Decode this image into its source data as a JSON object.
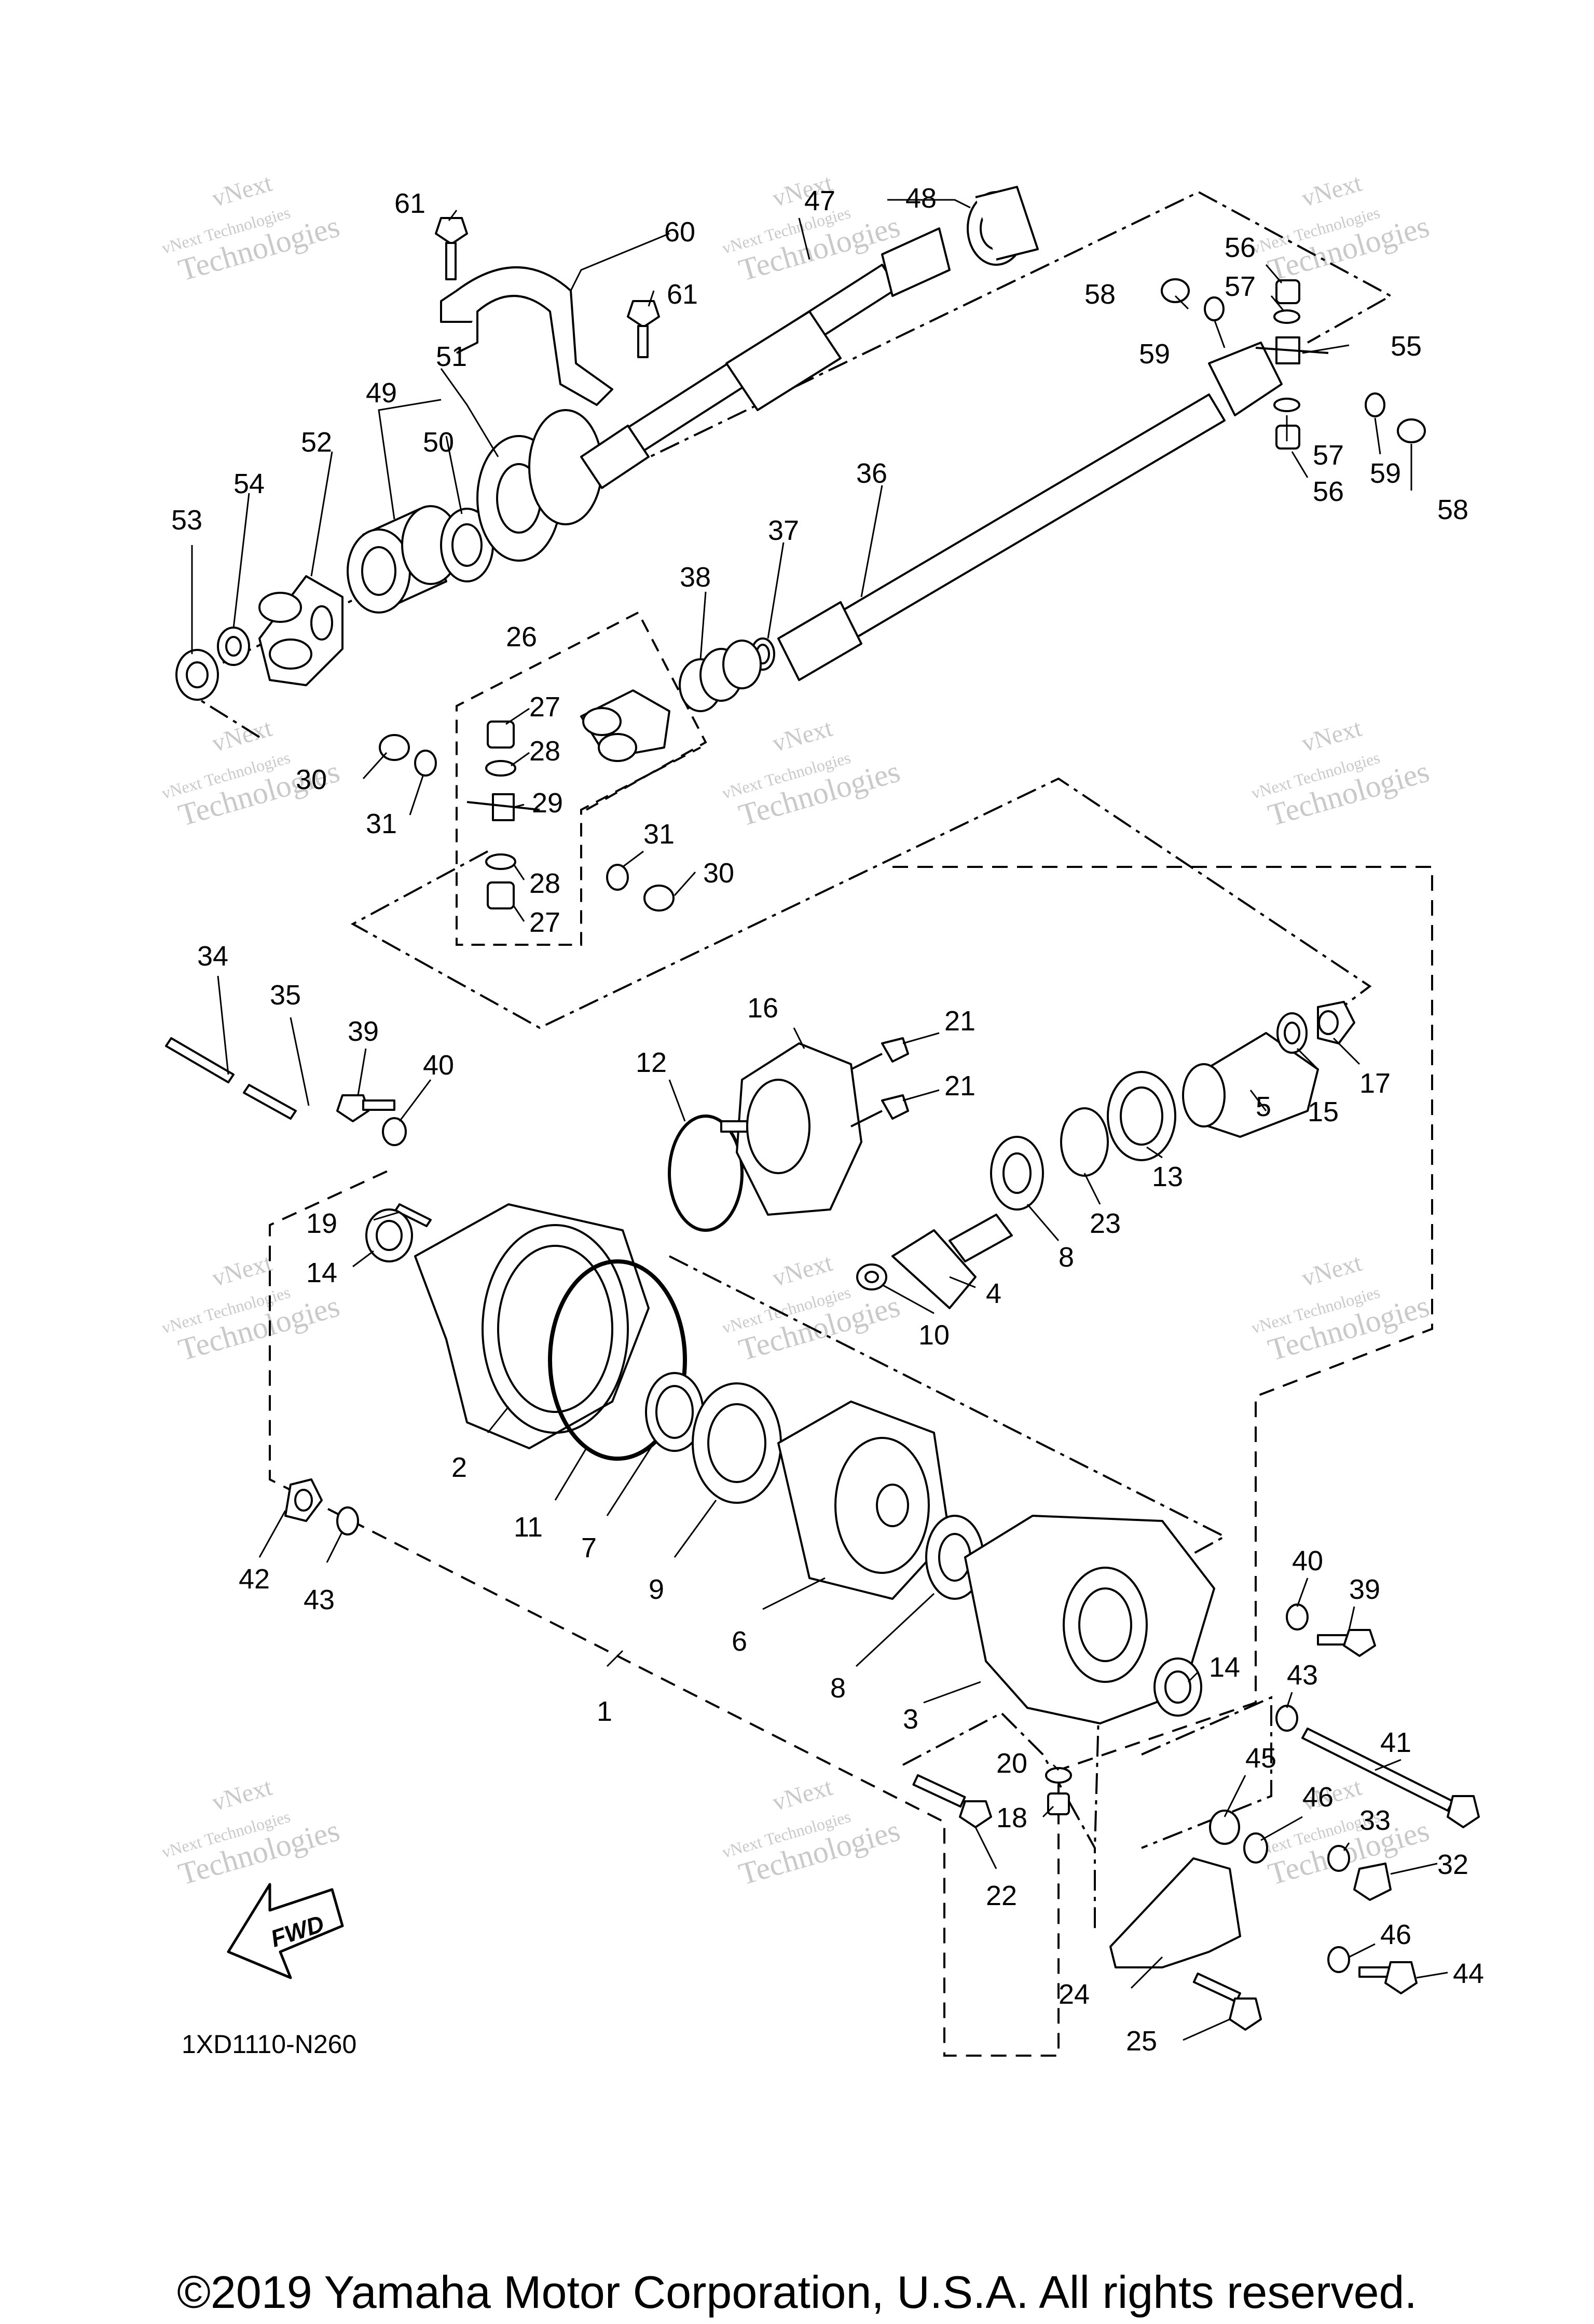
{
  "diagram_code": "1XD1110-N260",
  "copyright": "©2019 Yamaha Motor Corporation, U.S.A. All rights reserved.",
  "fwd_label": "FWD",
  "watermark": {
    "line1": "vNext",
    "line2": "vNext Technologies",
    "line3": "Technologies"
  },
  "labels": {
    "l1": "1",
    "l2": "2",
    "l3": "3",
    "l4": "4",
    "l5": "5",
    "l6": "6",
    "l7": "7",
    "l8a": "8",
    "l8b": "8",
    "l9": "9",
    "l10": "10",
    "l11": "11",
    "l12": "12",
    "l13": "13",
    "l14a": "14",
    "l14b": "14",
    "l15": "15",
    "l16": "16",
    "l17": "17",
    "l18": "18",
    "l19": "19",
    "l20": "20",
    "l21a": "21",
    "l21b": "21",
    "l22": "22",
    "l23": "23",
    "l24": "24",
    "l25": "25",
    "l26": "26",
    "l27a": "27",
    "l27b": "27",
    "l28a": "28",
    "l28b": "28",
    "l29": "29",
    "l30a": "30",
    "l30b": "30",
    "l31a": "31",
    "l31b": "31",
    "l32": "32",
    "l33": "33",
    "l34": "34",
    "l35": "35",
    "l36": "36",
    "l37": "37",
    "l38": "38",
    "l39a": "39",
    "l39b": "39",
    "l40a": "40",
    "l40b": "40",
    "l41": "41",
    "l42": "42",
    "l43a": "43",
    "l43b": "43",
    "l44": "44",
    "l45": "45",
    "l46a": "46",
    "l46b": "46",
    "l47": "47",
    "l48": "48",
    "l49": "49",
    "l50": "50",
    "l51": "51",
    "l52": "52",
    "l53": "53",
    "l54": "54",
    "l55": "55",
    "l56a": "56",
    "l56b": "56",
    "l57a": "57",
    "l57b": "57",
    "l58a": "58",
    "l58b": "58",
    "l59a": "59",
    "l59b": "59",
    "l60": "60",
    "l61a": "61",
    "l61b": "61"
  }
}
